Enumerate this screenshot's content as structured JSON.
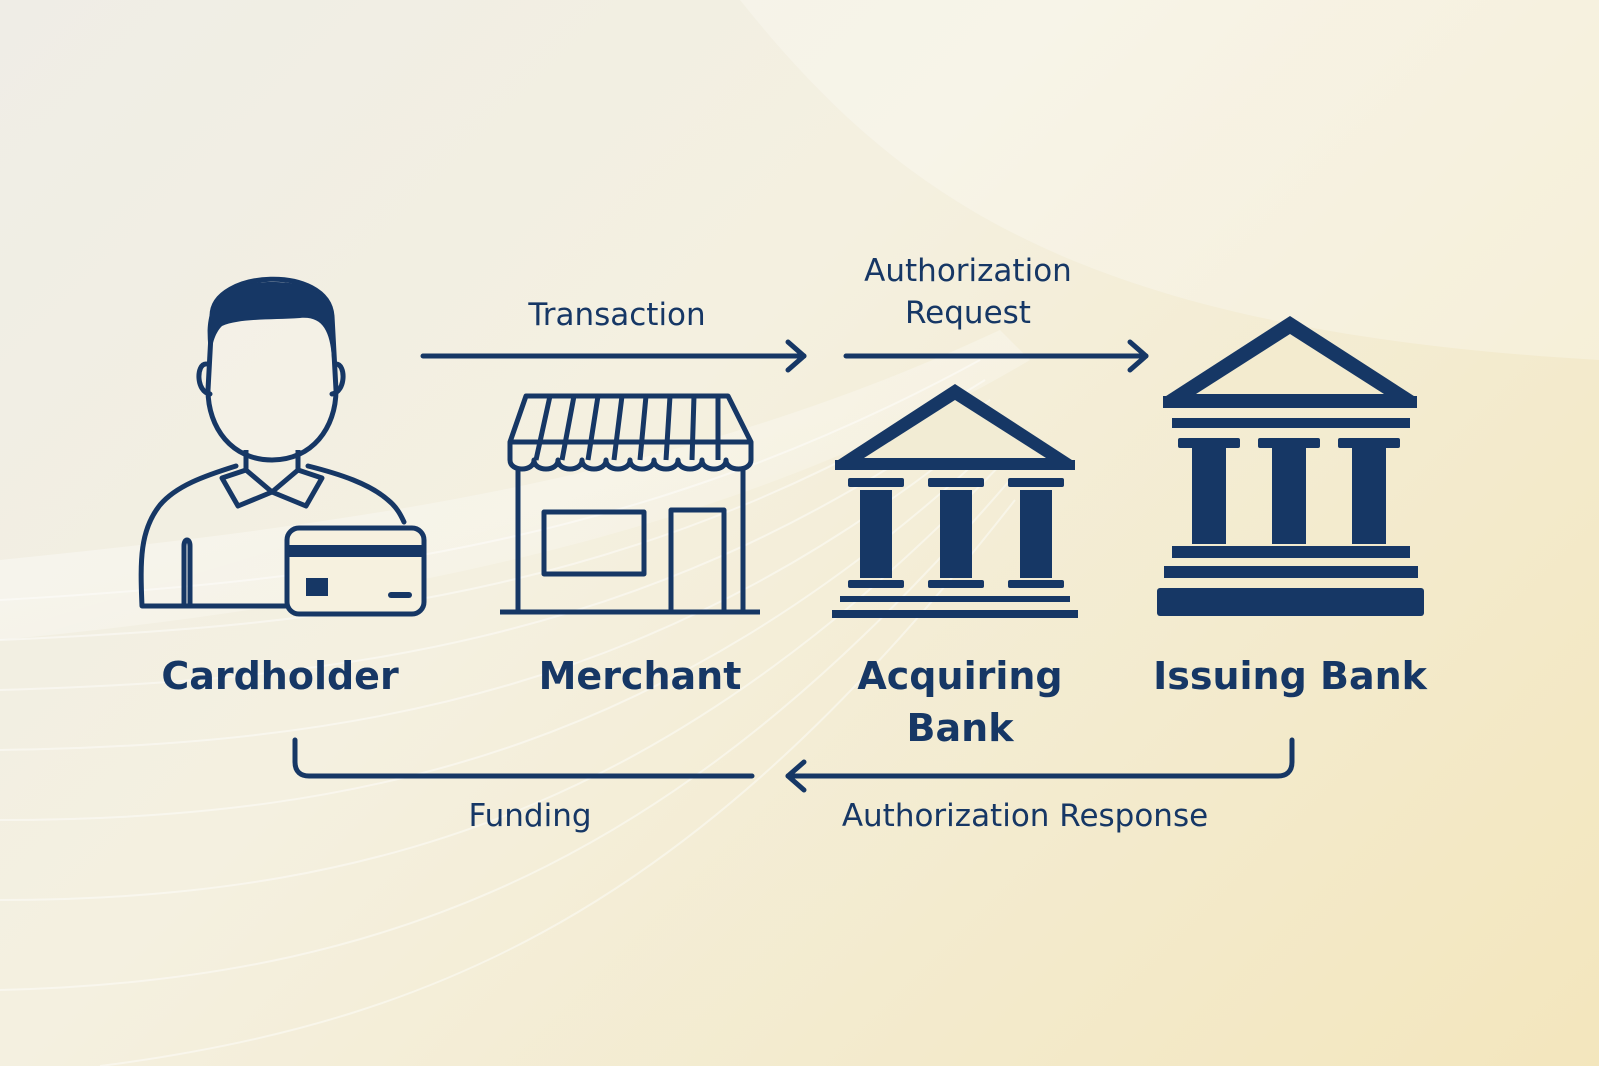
{
  "theme": {
    "ink": "#163765",
    "background": "#f3ecd2"
  },
  "actors": {
    "cardholder": {
      "label": "Cardholder",
      "icon": "person-with-card-icon"
    },
    "merchant": {
      "label": "Merchant",
      "icon": "storefront-icon"
    },
    "acquiring_bank": {
      "label_line1": "Acquiring",
      "label_line2": "Bank",
      "icon": "bank-building-icon"
    },
    "issuing_bank": {
      "label": "Issuing Bank",
      "icon": "bank-building-icon"
    }
  },
  "flows": {
    "transaction": {
      "label": "Transaction"
    },
    "authorization_request": {
      "label_line1": "Authorization",
      "label_line2": "Request"
    },
    "authorization_response": {
      "label": "Authorization Response"
    },
    "funding": {
      "label": "Funding"
    }
  }
}
